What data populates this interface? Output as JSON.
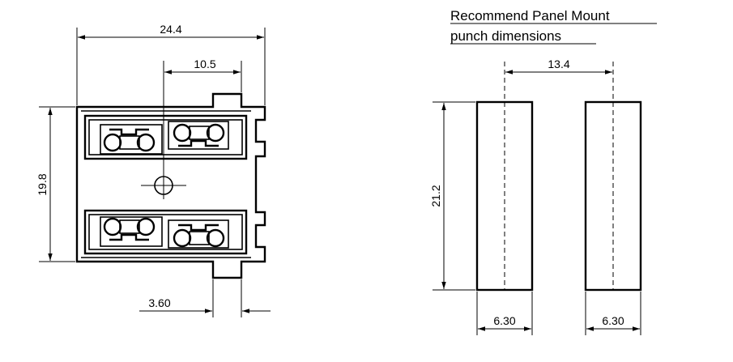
{
  "front_view": {
    "dimensions": {
      "overall_width": "24.4",
      "half_width": "10.5",
      "overall_height": "19.8",
      "tab_width": "3.60"
    }
  },
  "panel_cutout": {
    "title_line1": "Recommend Panel Mount",
    "title_line2": "punch dimensions",
    "dimensions": {
      "center_distance": "13.4",
      "height": "21.2",
      "left_width": "6.30",
      "right_width": "6.30"
    }
  }
}
